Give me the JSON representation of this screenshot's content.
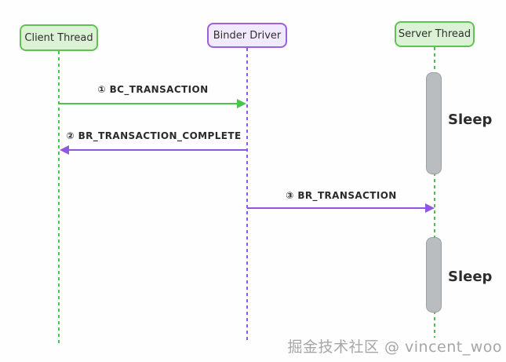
{
  "diagram": {
    "type": "sequence-diagram",
    "participants": [
      {
        "label": "Client Thread",
        "scheme": "green"
      },
      {
        "label": "Binder Driver",
        "scheme": "purple"
      },
      {
        "label": "Server Thread",
        "scheme": "green"
      }
    ],
    "messages": [
      {
        "label": "① BC_TRANSACTION",
        "from": "Client Thread",
        "to": "Binder Driver",
        "direction": "right",
        "color": "green"
      },
      {
        "label": "② BR_TRANSACTION_COMPLETE",
        "from": "Binder Driver",
        "to": "Client Thread",
        "direction": "left",
        "color": "purple"
      },
      {
        "label": "③ BR_TRANSACTION",
        "from": "Binder Driver",
        "to": "Server Thread",
        "direction": "right",
        "color": "purple"
      }
    ],
    "activations": [
      {
        "label": "Sleep",
        "lifeline": "Server Thread",
        "position": "upper"
      },
      {
        "label": "Sleep",
        "lifeline": "Server Thread",
        "position": "lower"
      }
    ],
    "watermark": "掘金技术社区 @ vincent_woo"
  },
  "colors": {
    "green_border": "#62c154",
    "green_fill": "#dcf2d5",
    "green_line": "#49c549",
    "purple_border": "#9b5fe0",
    "purple_fill": "#f1e9fd",
    "purple_line": "#9257e2",
    "bar_fill": "#b9bdc0",
    "bar_border": "#9aa0a4",
    "watermark": "#a6a6a6"
  }
}
